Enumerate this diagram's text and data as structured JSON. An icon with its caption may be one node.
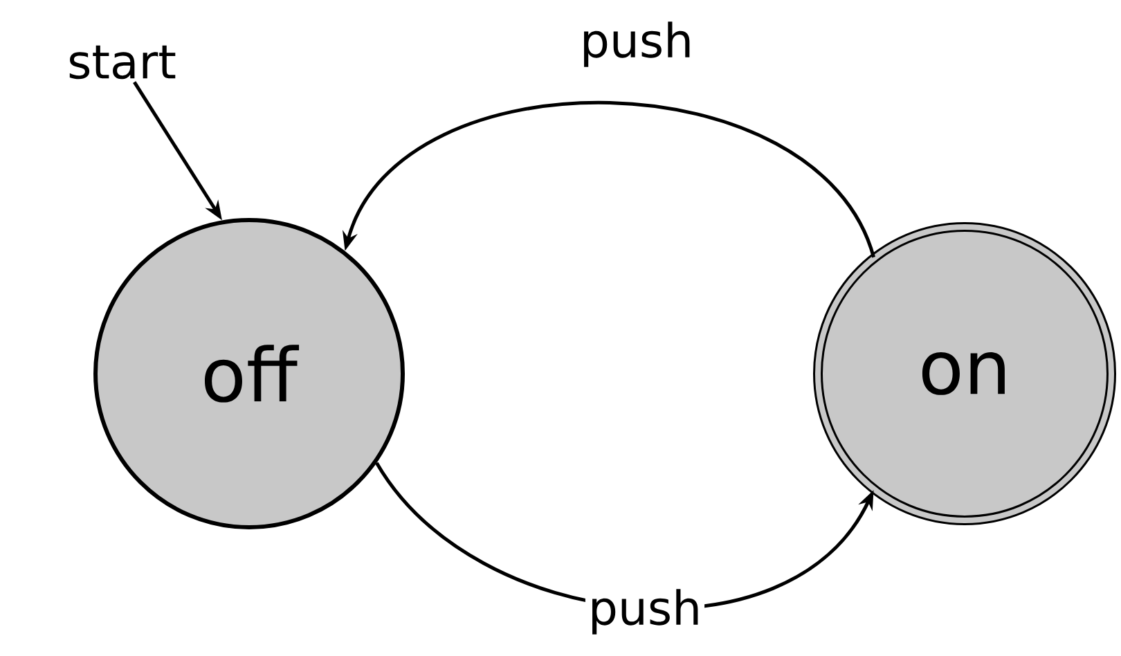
{
  "diagram": {
    "nodes": [
      {
        "text": [
          "off"
        ]
      },
      {
        "text": [
          "on"
        ]
      },
      {
        "text": [
          "start"
        ]
      }
    ],
    "edges": [
      {
        "from": 2,
        "to": 0,
        "arrow": "to"
      },
      {
        "from": 1,
        "to": 0,
        "arrow": "to",
        "label": "push"
      },
      {
        "from": 0,
        "to": 1,
        "arrow": "to",
        "label": "push"
      }
    ]
  }
}
